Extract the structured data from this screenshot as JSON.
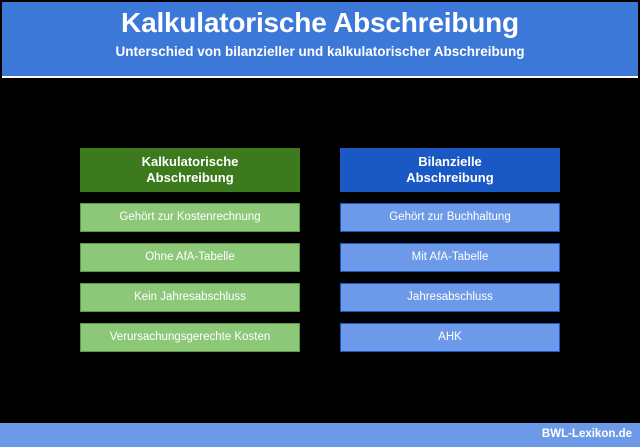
{
  "header": {
    "title": "Kalkulatorische Abschreibung",
    "subtitle": "Unterschied von bilanzieller und kalkulatorischer Abschreibung",
    "background_color": "#3b78d8",
    "text_color": "#ffffff"
  },
  "canvas": {
    "background_color": "#000000"
  },
  "columns": [
    {
      "id": "kalkulatorische",
      "heading": "Kalkulatorische Abschreibung",
      "heading_line_1": "Kalkulatorische",
      "heading_line_2": "Abschreibung",
      "heading_color": "#3d7a1e",
      "item_color": "#8cc878",
      "item_border_color": "#5d9a46",
      "items": [
        {
          "label": "Gehört zur Kostenrechnung"
        },
        {
          "label": "Ohne AfA-Tabelle"
        },
        {
          "label": "Kein Jahresabschluss"
        },
        {
          "label": "Verursachungsgerechte Kosten"
        }
      ]
    },
    {
      "id": "bilanzielle",
      "heading": "Bilanzielle Abschreibung",
      "heading_line_1": "Bilanzielle",
      "heading_line_2": "Abschreibung",
      "heading_color": "#1a58c4",
      "item_color": "#6d9ae8",
      "item_border_color": "#1a58c4",
      "items": [
        {
          "label": "Gehört zur Buchhaltung"
        },
        {
          "label": "Mit AfA-Tabelle"
        },
        {
          "label": "Jahresabschluss"
        },
        {
          "label": "AHK"
        }
      ]
    }
  ],
  "footer": {
    "watermark": "BWL-Lexikon.de",
    "background_color": "#6d9ae8",
    "text_color": "#ffffff"
  }
}
